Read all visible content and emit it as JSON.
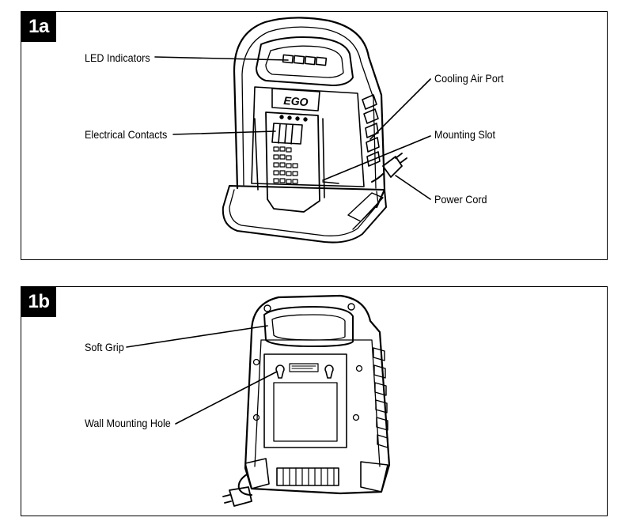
{
  "figures": [
    {
      "tag": "1a",
      "callouts": [
        "LED Indicators",
        "Electrical Contacts",
        "Cooling Air Port",
        "Mounting Slot",
        "Power Cord"
      ]
    },
    {
      "tag": "1b",
      "callouts": [
        "Soft Grip",
        "Wall Mounting Hole"
      ]
    }
  ],
  "logo_text": "EGO",
  "colors": {
    "line": "#000000",
    "background": "#ffffff",
    "tag_bg": "#000000",
    "tag_text": "#ffffff"
  }
}
